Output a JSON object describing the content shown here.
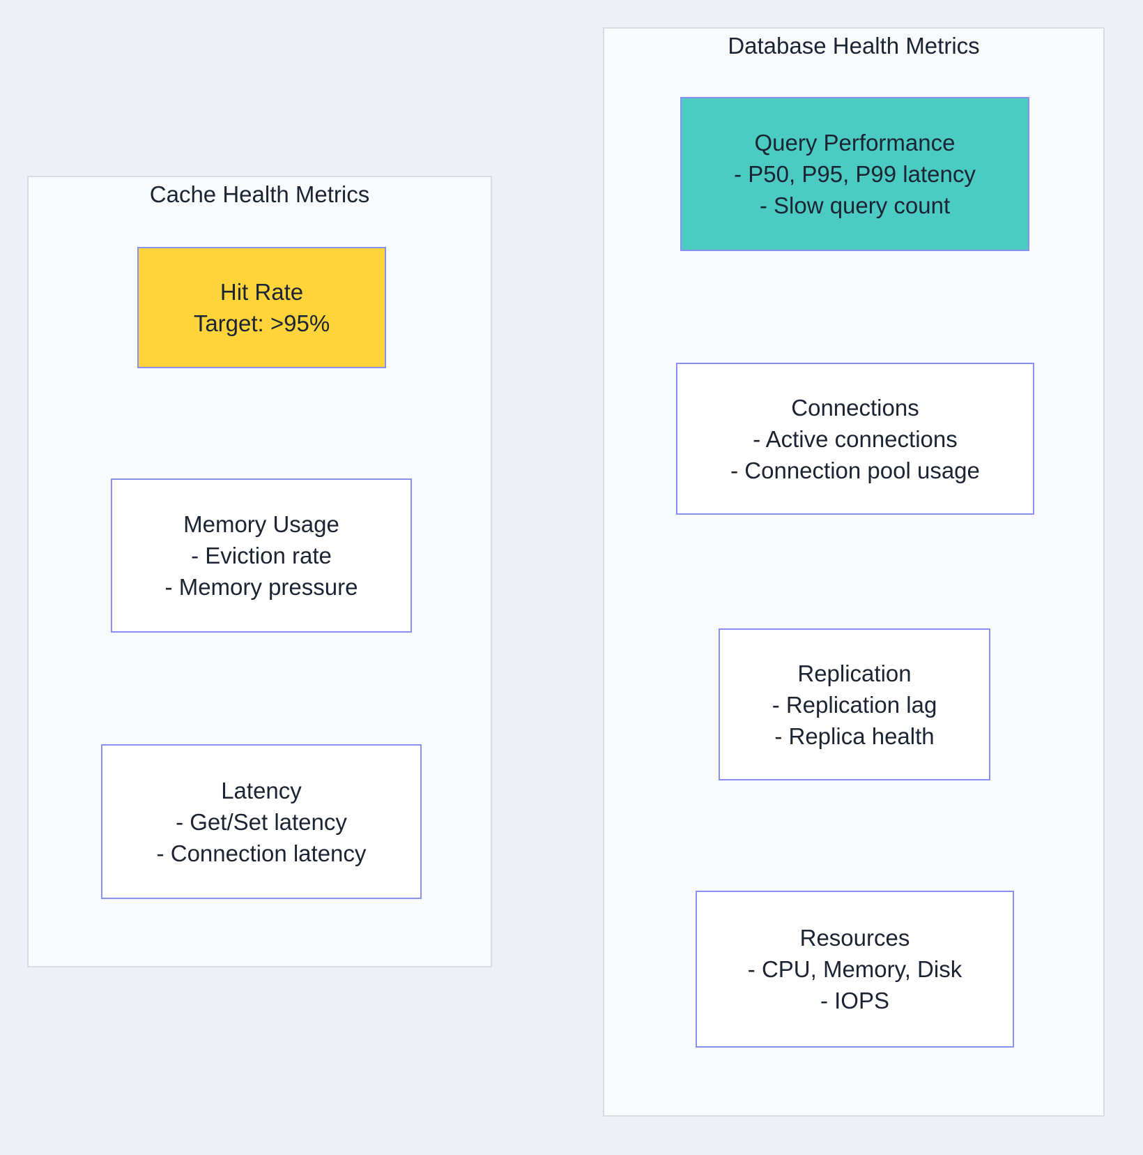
{
  "colors": {
    "page_background": "#edf1f6",
    "group_fill": "#f8fafc",
    "group_border": "#d6dce6",
    "node_border": "#8a90f0",
    "highlight_yellow": "#ffd43b",
    "highlight_teal": "#4ccbc3",
    "text": "#1b2433"
  },
  "groups": [
    {
      "title": "Cache Health Metrics",
      "nodes": [
        {
          "id": "hit-rate",
          "fill": "#ffd43b",
          "lines": [
            "Hit Rate",
            "Target: >95%"
          ]
        },
        {
          "id": "memory-usage",
          "fill": "#ffffff",
          "lines": [
            "Memory Usage",
            "- Eviction rate",
            "- Memory pressure"
          ]
        },
        {
          "id": "latency",
          "fill": "#ffffff",
          "lines": [
            "Latency",
            "- Get/Set latency",
            "- Connection latency"
          ]
        }
      ]
    },
    {
      "title": "Database Health Metrics",
      "nodes": [
        {
          "id": "query-performance",
          "fill": "#4ccbc3",
          "lines": [
            "Query Performance",
            "- P50, P95, P99 latency",
            "- Slow query count"
          ]
        },
        {
          "id": "connections",
          "fill": "#ffffff",
          "lines": [
            "Connections",
            "- Active connections",
            "- Connection pool usage"
          ]
        },
        {
          "id": "replication",
          "fill": "#ffffff",
          "lines": [
            "Replication",
            "- Replication lag",
            "- Replica health"
          ]
        },
        {
          "id": "resources",
          "fill": "#ffffff",
          "lines": [
            "Resources",
            "- CPU, Memory, Disk",
            "- IOPS"
          ]
        }
      ]
    }
  ]
}
